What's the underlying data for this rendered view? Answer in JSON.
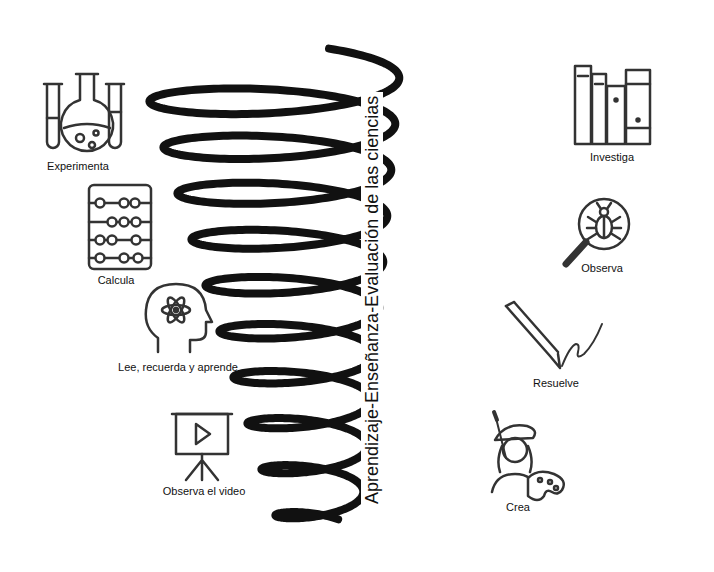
{
  "diagram": {
    "title": "Aprendizaje-Enseñanza-Evaluación de las ciencias",
    "labels": [
      "Experimenta",
      "Calcula",
      "Lee, recuerda y aprende",
      "Observa el video",
      "Investiga",
      "Observa",
      "Resuelve",
      "Crea"
    ]
  }
}
